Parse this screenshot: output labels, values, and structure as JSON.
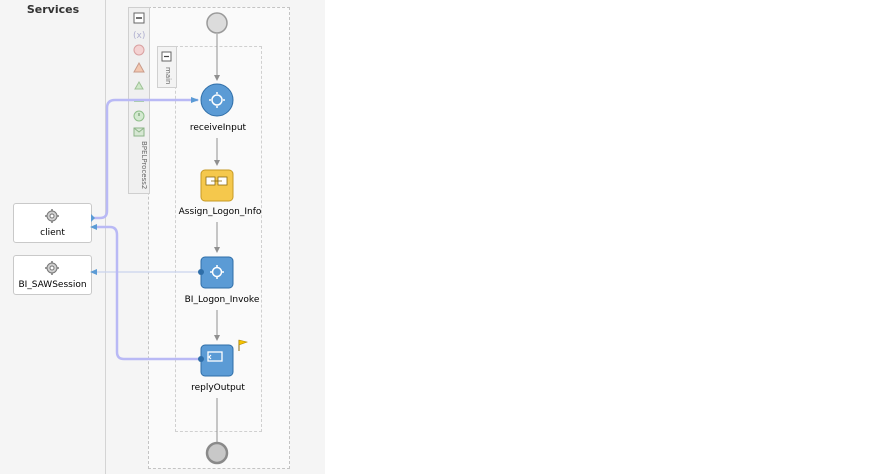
{
  "panel": {
    "services_title": "Services"
  },
  "partners": [
    {
      "label": "client"
    },
    {
      "label": "BI_SAWSession"
    }
  ],
  "scope": {
    "name": "BPELProcess2",
    "main_label": "main"
  },
  "activities": {
    "receive": "receiveInput",
    "assign": "Assign_Logon_Info",
    "invoke": "BI_Logon_Invoke",
    "reply": "replyOutput"
  },
  "colors": {
    "activity_blue": "#5b9bd5",
    "assign_yellow": "#f5c84c",
    "wire": "#b9b9f5",
    "arrow": "#909090"
  }
}
